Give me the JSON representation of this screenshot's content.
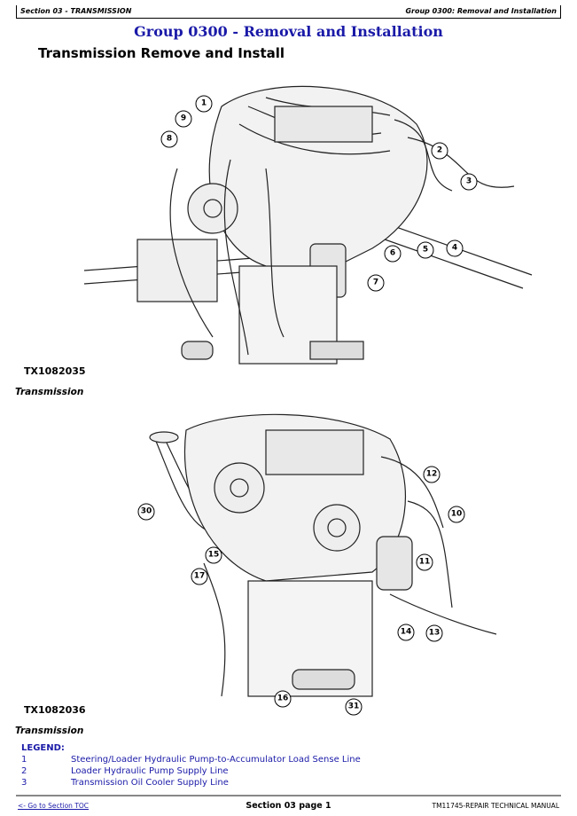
{
  "header": {
    "left": "Section 03 - TRANSMISSION",
    "right": "Group 0300: Removal and Installation"
  },
  "title": "Group 0300 - Removal and Installation",
  "subtitle": "Transmission Remove and Install",
  "figures": [
    {
      "id": "TX1082035",
      "caption": "Transmission",
      "callouts": [
        "1",
        "9",
        "8",
        "2",
        "3",
        "4",
        "5",
        "6",
        "7"
      ]
    },
    {
      "id": "TX1082036",
      "caption": "Transmission",
      "callouts": [
        "12",
        "10",
        "11",
        "30",
        "15",
        "17",
        "14",
        "13",
        "16",
        "31"
      ]
    }
  ],
  "legend": {
    "heading": "LEGEND:",
    "items": [
      {
        "num": "1",
        "text": "Steering/Loader Hydraulic Pump-to-Accumulator Load Sense Line"
      },
      {
        "num": "2",
        "text": "Loader Hydraulic Pump Supply Line"
      },
      {
        "num": "3",
        "text": "Transmission Oil Cooler Supply Line"
      }
    ]
  },
  "footer": {
    "toc_link": "<- Go to Section TOC",
    "page": "Section 03 page 1",
    "manual": "TM11745-REPAIR TECHNICAL MANUAL"
  }
}
